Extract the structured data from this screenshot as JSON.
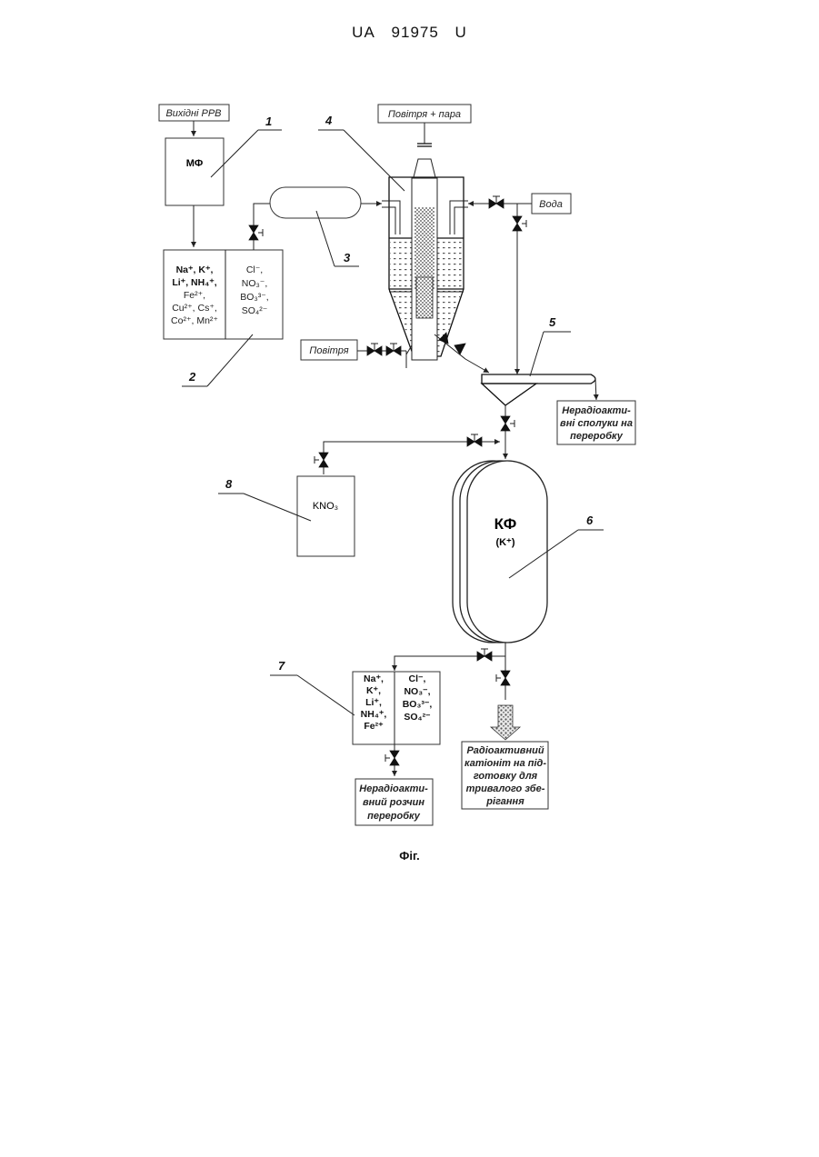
{
  "header": {
    "country": "UA",
    "number": "91975",
    "kind": "U"
  },
  "labels": {
    "source_rrv": "Вихідні РРВ",
    "air_steam": "Повітря + пара",
    "water": "Вода",
    "air": "Повітря",
    "mf": "МФ",
    "kno3": "KNO₃",
    "kf": "КФ",
    "kf_ion": "(K⁺)",
    "nonrad_compounds": [
      "Нерадіоакти-",
      "вні сполуки на",
      "переробку"
    ],
    "rad_cationite": [
      "Радіоактивний",
      "катіоніт на під-",
      "готовку для",
      "тривалого збе-",
      "рігання"
    ],
    "nonrad_solution": [
      "Нерадіоакти-",
      "вний розчин",
      "переробку"
    ]
  },
  "ions": {
    "top_cations": [
      "Na⁺, K⁺,",
      "Li⁺, NH₄⁺,",
      "Fe²⁺,",
      "Cu²⁺, Cs⁺,",
      "Co²⁺, Mn²⁺"
    ],
    "top_anions": [
      "Cl⁻,",
      "NO₃⁻,",
      "BO₃³⁻,",
      "SO₄²⁻"
    ],
    "bottom_cations": [
      "Na⁺,",
      "K⁺,",
      "Li⁺,",
      "NH₄⁺,",
      "Fe²⁺"
    ],
    "bottom_anions": [
      "Cl⁻,",
      "NO₃⁻,",
      "BO₃³⁻,",
      "SO₄²⁻"
    ]
  },
  "numbers": {
    "n1": "1",
    "n2": "2",
    "n3": "3",
    "n4": "4",
    "n5": "5",
    "n6": "6",
    "n7": "7",
    "n8": "8"
  },
  "caption": "Фіг."
}
